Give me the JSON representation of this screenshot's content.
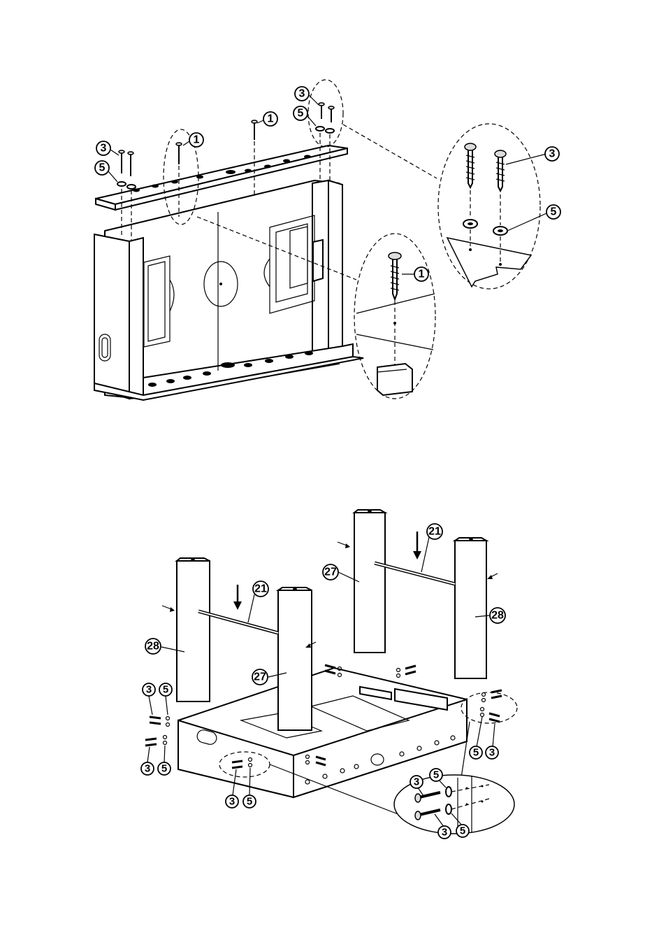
{
  "figure_1": {
    "callouts": [
      {
        "id": "c1a",
        "text": "1"
      },
      {
        "id": "c1b",
        "text": "1"
      },
      {
        "id": "c1c",
        "text": "1"
      },
      {
        "id": "c3a",
        "text": "3"
      },
      {
        "id": "c3b",
        "text": "3"
      },
      {
        "id": "c3c",
        "text": "3"
      },
      {
        "id": "c5a",
        "text": "5"
      },
      {
        "id": "c5b",
        "text": "5"
      },
      {
        "id": "c5c",
        "text": "5"
      }
    ]
  },
  "figure_2": {
    "callouts": [
      {
        "id": "c21a",
        "text": "21"
      },
      {
        "id": "c21b",
        "text": "21"
      },
      {
        "id": "c27a",
        "text": "27"
      },
      {
        "id": "c27b",
        "text": "27"
      },
      {
        "id": "c28a",
        "text": "28"
      },
      {
        "id": "c28b",
        "text": "28"
      },
      {
        "id": "c3d",
        "text": "3"
      },
      {
        "id": "c3e",
        "text": "3"
      },
      {
        "id": "c3f",
        "text": "3"
      },
      {
        "id": "c3g",
        "text": "3"
      },
      {
        "id": "c3h",
        "text": "3"
      },
      {
        "id": "c3i",
        "text": "3"
      },
      {
        "id": "c5d",
        "text": "5"
      },
      {
        "id": "c5e",
        "text": "5"
      },
      {
        "id": "c5f",
        "text": "5"
      },
      {
        "id": "c5g",
        "text": "5"
      },
      {
        "id": "c5h",
        "text": "5"
      },
      {
        "id": "c5i",
        "text": "5"
      }
    ]
  }
}
